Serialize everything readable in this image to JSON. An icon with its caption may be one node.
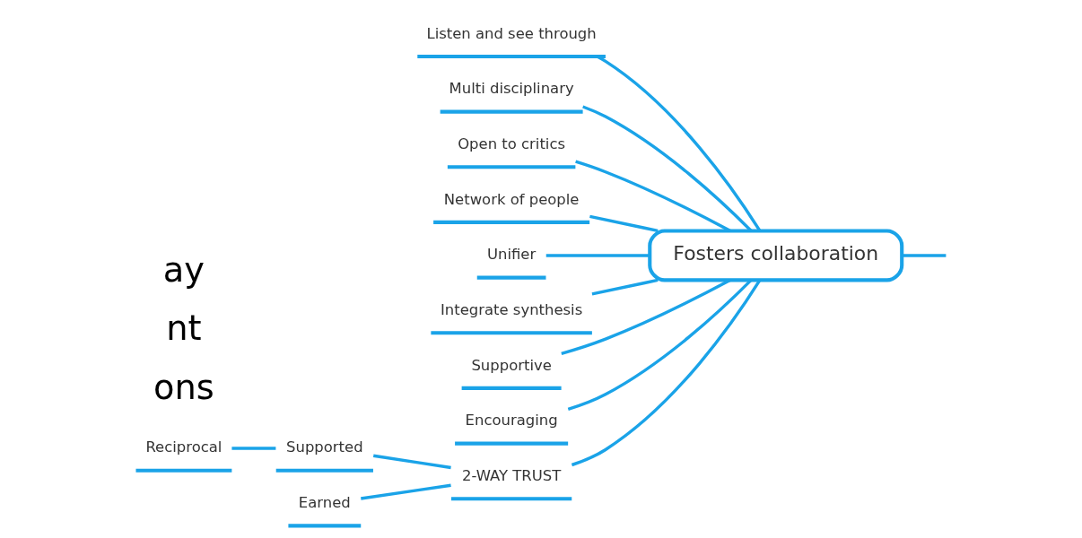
{
  "diagram": {
    "nodes": [
      {
        "text": [
          "Fosters collaboration"
        ]
      },
      {
        "text": [
          "Listen and see through"
        ]
      },
      {
        "text": [
          "Multi disciplinary"
        ]
      },
      {
        "text": [
          "Open to critics"
        ]
      },
      {
        "text": [
          "Network of people"
        ]
      },
      {
        "text": [
          "Unifier"
        ]
      },
      {
        "text": [
          "Integrate synthesis"
        ]
      },
      {
        "text": [
          "Supportive"
        ]
      },
      {
        "text": [
          "Encouraging"
        ]
      },
      {
        "text": [
          "2-WAY TRUST"
        ]
      },
      {
        "text": [
          "Supported"
        ]
      },
      {
        "text": [
          "Earned"
        ]
      },
      {
        "text": [
          "Reciprocal"
        ]
      }
    ],
    "edges": [
      {
        "from": 0,
        "to": null,
        "arrow": "none"
      },
      {
        "from": 0,
        "to": 1,
        "arrow": "none"
      },
      {
        "from": 0,
        "to": 2,
        "arrow": "none"
      },
      {
        "from": 0,
        "to": 3,
        "arrow": "none"
      },
      {
        "from": 0,
        "to": 4,
        "arrow": "none"
      },
      {
        "from": 0,
        "to": 5,
        "arrow": "none"
      },
      {
        "from": 0,
        "to": 6,
        "arrow": "none"
      },
      {
        "from": 0,
        "to": 7,
        "arrow": "none"
      },
      {
        "from": 0,
        "to": 8,
        "arrow": "none"
      },
      {
        "from": 0,
        "to": 9,
        "arrow": "none"
      },
      {
        "from": 9,
        "to": 10,
        "arrow": "none"
      },
      {
        "from": 9,
        "to": 11,
        "arrow": "none"
      },
      {
        "from": 10,
        "to": 12,
        "arrow": "none"
      }
    ],
    "labels": [
      "ay",
      "nt",
      "ons"
    ]
  }
}
